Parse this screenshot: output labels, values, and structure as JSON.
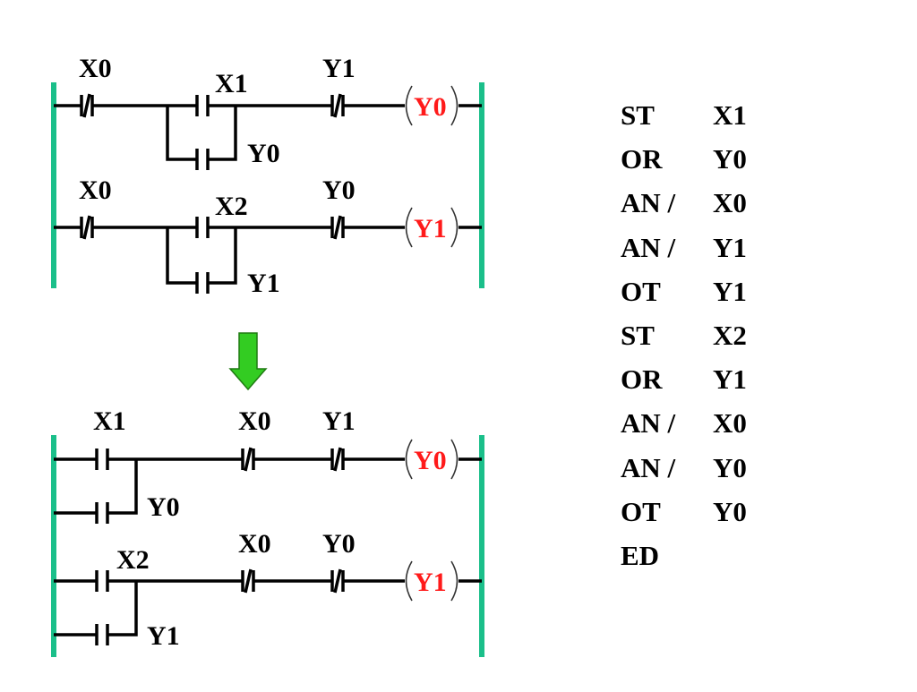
{
  "colors": {
    "rail": "#1bbf8a",
    "coil_label": "#ff1a1a",
    "arrow_fill": "#33cc22",
    "arrow_stroke": "#1f7a12"
  },
  "before": {
    "rung1": {
      "contact_a": "X0",
      "contact_b": "X1",
      "parallel": "Y0",
      "contact_c": "Y1",
      "coil": "Y0"
    },
    "rung2": {
      "contact_a": "X0",
      "contact_b": "X2",
      "parallel": "Y1",
      "contact_c": "Y0",
      "coil": "Y1"
    }
  },
  "arrow": {
    "icon": "down-arrow-icon"
  },
  "after": {
    "rung1": {
      "contact_a": "X1",
      "parallel": "Y0",
      "contact_b": "X0",
      "contact_c": "Y1",
      "coil": "Y0"
    },
    "rung2": {
      "contact_a": "X2",
      "parallel": "Y1",
      "contact_b": "X0",
      "contact_c": "Y0",
      "coil": "Y1"
    }
  },
  "program": [
    {
      "op": "ST",
      "operand": "X1"
    },
    {
      "op": "OR",
      "operand": "Y0"
    },
    {
      "op": "AN /",
      "operand": "X0"
    },
    {
      "op": "AN /",
      "operand": "Y1"
    },
    {
      "op": "OT",
      "operand": "Y1"
    },
    {
      "op": "ST",
      "operand": "X2"
    },
    {
      "op": "OR",
      "operand": "Y1"
    },
    {
      "op": "AN /",
      "operand": "X0"
    },
    {
      "op": "AN /",
      "operand": "Y0"
    },
    {
      "op": "OT",
      "operand": "Y0"
    },
    {
      "op": "ED",
      "operand": ""
    }
  ]
}
